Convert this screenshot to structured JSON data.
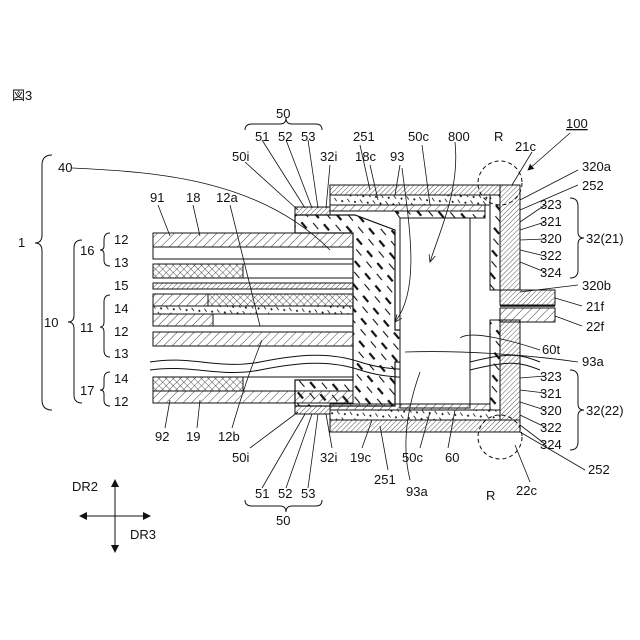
{
  "figure": {
    "title": "図3"
  },
  "labels": {
    "l100": "100",
    "l1": "1",
    "l10": "10",
    "l40": "40",
    "l50_top": "50",
    "l51_top": "51",
    "l52_top": "52",
    "l53_top": "53",
    "l50i_top": "50i",
    "l32i_top": "32i",
    "l251_top": "251",
    "l18c": "18c",
    "l93_top": "93",
    "l50c_top": "50c",
    "l800": "800",
    "lR_top": "R",
    "l21c": "21c",
    "l320a": "320a",
    "l252_top": "252",
    "l323_top": "323",
    "l321_top": "321",
    "l320_top": "320",
    "l322_top": "322",
    "l324_top": "324",
    "l32_21": "32(21)",
    "l320b": "320b",
    "l21f": "21f",
    "l22f": "22f",
    "l60t": "60t",
    "l93a_right": "93a",
    "l323_bot": "323",
    "l321_bot": "321",
    "l320_bot": "320",
    "l322_bot": "322",
    "l324_bot": "324",
    "l32_22": "32(22)",
    "l252_bot": "252",
    "l22c": "22c",
    "lR_bot": "R",
    "l91": "91",
    "l18": "18",
    "l12a": "12a",
    "l16": "16",
    "l12_a": "12",
    "l13_a": "13",
    "l15": "15",
    "l11": "11",
    "l14_a": "14",
    "l12_b": "12",
    "l13_b": "13",
    "l17": "17",
    "l14_b": "14",
    "l12_c": "12",
    "l92": "92",
    "l19": "19",
    "l12b": "12b",
    "l50i_bot": "50i",
    "l32i_bot": "32i",
    "l19c": "19c",
    "l50c_bot": "50c",
    "l60": "60",
    "l251_bot": "251",
    "l93a_bot": "93a",
    "l51_bot": "51",
    "l52_bot": "52",
    "l53_bot": "53",
    "l50_bot": "50",
    "dr2": "DR2",
    "dr3": "DR3"
  }
}
